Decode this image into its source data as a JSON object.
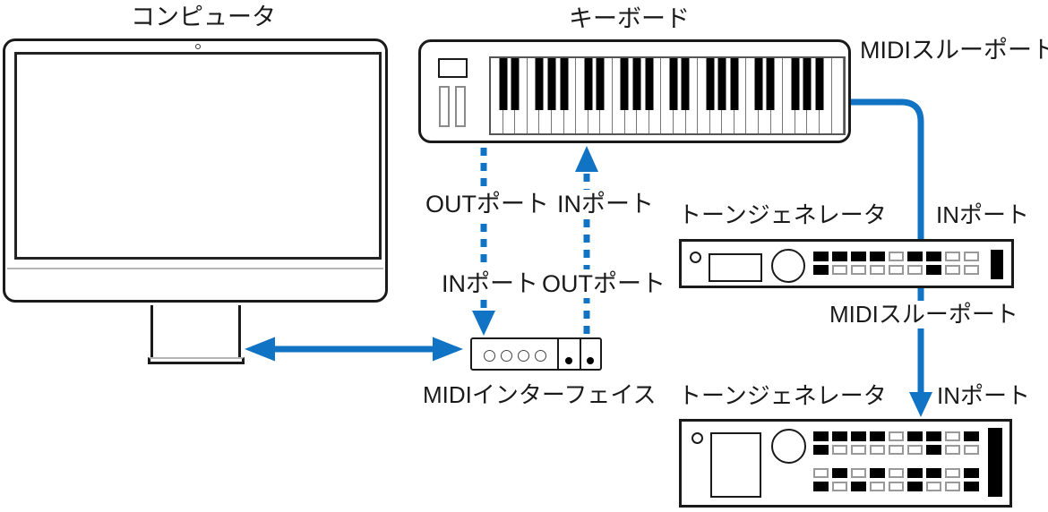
{
  "colors": {
    "accent_blue": "#1173c4",
    "outline_black": "#1a1a1a",
    "divider_gray": "#b5b5b5"
  },
  "computer": {
    "label": "コンピュータ"
  },
  "keyboard": {
    "label": "キーボード",
    "white_key_count": 29,
    "black_key_positions_in_octave": [
      0,
      1,
      3,
      4,
      5
    ]
  },
  "midi_interface": {
    "label": "MIDIインターフェイス",
    "port_circle_count": 4,
    "dot_count": 2
  },
  "ports": {
    "keyboard_thru": "MIDIスルーポート",
    "keyboard_out": "OUTポート",
    "keyboard_in": "INポート",
    "interface_in": "INポート",
    "interface_out": "OUTポート",
    "tg1_in": "INポート",
    "tg1_thru": "MIDIスルーポート",
    "tg2_in": "INポート"
  },
  "tone_generator_1": {
    "label": "トーンジェネレータ",
    "button_rows": [
      "BBBBWBBWW",
      "BWWWWWBWW"
    ]
  },
  "tone_generator_2": {
    "label": "トーンジェネレータ",
    "button_rows": [
      "BBBBWBBWB",
      "BWWWWWBWW",
      "WBWBWBBWB",
      "BWBWWBWWB"
    ]
  }
}
